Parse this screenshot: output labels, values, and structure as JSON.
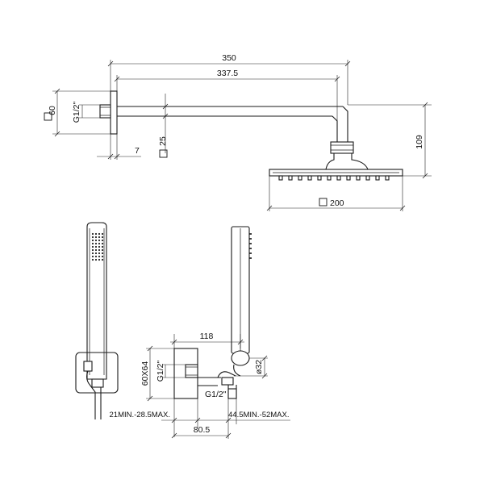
{
  "dimensions": {
    "arm_length_total": "350",
    "arm_length_inner": "337.5",
    "flange_size": "60",
    "flange_thread": "G1/2\"",
    "flange_depth": "7",
    "arm_section": "25",
    "head_height": "109",
    "head_size": "200",
    "outlet_width": "118",
    "outlet_plate": "60X64",
    "outlet_thread_left": "G1/2\"",
    "outlet_thread_bottom": "G1/2\"",
    "handshower_diameter": "32",
    "depth_range_left": "21MIN.-28.5MAX.",
    "depth_range_right": "44.5MIN.-52MAX.",
    "outlet_offset": "80.5"
  }
}
